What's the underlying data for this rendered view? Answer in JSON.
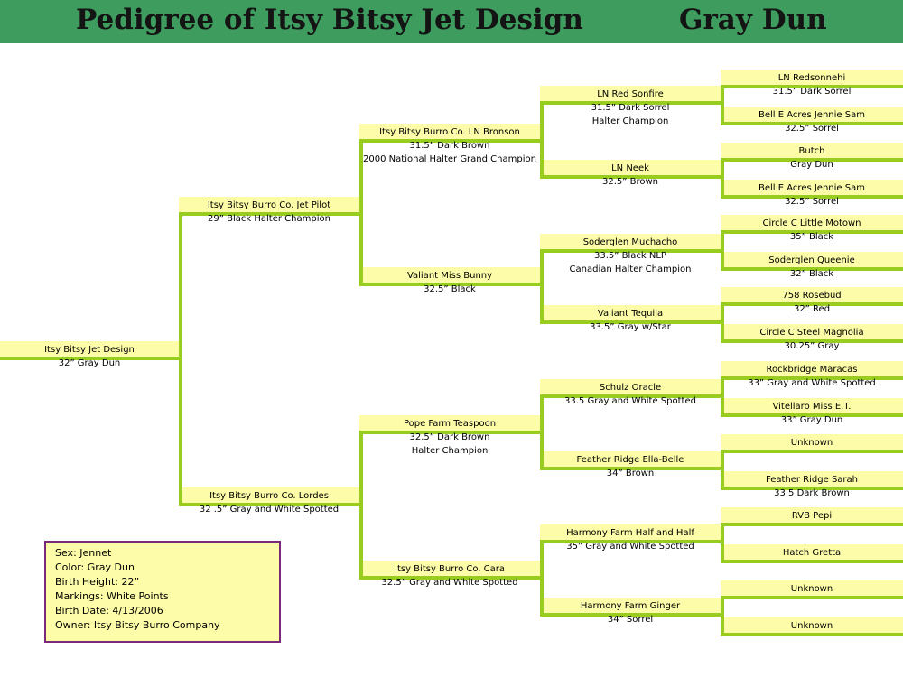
{
  "title": {
    "left": "Pedigree of Itsy Bitsy Jet Design",
    "right": "Gray Dun"
  },
  "subject": [
    "Itsy Bitsy Jet Design",
    "32” Gray Dun"
  ],
  "generation1": [
    [
      "Itsy Bitsy Burro Co. Jet Pilot",
      "29” Black Halter Champion"
    ],
    [
      "Itsy Bitsy Burro Co. Lordes",
      "32 .5” Gray and White Spotted"
    ]
  ],
  "generation2": [
    [
      "Itsy Bitsy Burro Co. LN Bronson",
      "31.5” Dark Brown",
      "2000 National Halter Grand Champion"
    ],
    [
      "Valiant Miss Bunny",
      "32.5” Black"
    ],
    [
      "Pope Farm Teaspoon",
      "32.5” Dark Brown",
      "Halter Champion"
    ],
    [
      "Itsy Bitsy Burro Co. Cara",
      "32.5” Gray and White Spotted"
    ]
  ],
  "generation3": [
    [
      "LN Red Sonfire",
      "31.5” Dark Sorrel",
      "Halter Champion"
    ],
    [
      "LN Neek",
      "32.5” Brown"
    ],
    [
      "Soderglen Muchacho",
      "33.5” Black NLP",
      "Canadian Halter Champion"
    ],
    [
      "Valiant Tequila",
      "33.5” Gray  w/Star"
    ],
    [
      "Schulz Oracle",
      "33.5 Gray and White Spotted"
    ],
    [
      "Feather Ridge Ella-Belle",
      "34” Brown"
    ],
    [
      "Harmony Farm Half and Half",
      "35” Gray and White Spotted"
    ],
    [
      "Harmony Farm Ginger",
      "34” Sorrel"
    ]
  ],
  "generation4": [
    [
      "LN Redsonnehi",
      "31.5” Dark Sorrel"
    ],
    [
      "Bell E Acres Jennie Sam",
      "32.5” Sorrel"
    ],
    [
      "Butch",
      "Gray Dun"
    ],
    [
      "Bell E Acres Jennie Sam",
      "32.5” Sorrel"
    ],
    [
      "Circle C Little Motown",
      "35” Black"
    ],
    [
      "Soderglen Queenie",
      "32” Black"
    ],
    [
      "758 Rosebud",
      "32” Red"
    ],
    [
      "Circle C Steel Magnolia",
      "30.25” Gray"
    ],
    [
      "Rockbridge Maracas",
      "33” Gray and White Spotted"
    ],
    [
      "Vitellaro Miss E.T.",
      "33” Gray Dun"
    ],
    [
      "Unknown"
    ],
    [
      "Feather Ridge Sarah",
      "33.5 Dark Brown"
    ],
    [
      "RVB Pepi"
    ],
    [
      "Hatch Gretta"
    ],
    [
      "Unknown"
    ],
    [
      "Unknown"
    ]
  ],
  "info": [
    "Sex:  Jennet",
    "Color:  Gray Dun",
    "Birth Height:  22”",
    "Markings:  White Points",
    "Birth Date:  4/13/2006",
    "Owner:  Itsy Bitsy Burro Company"
  ],
  "colors": {
    "header": "#3d9c5e",
    "box": "#fdfca8",
    "line": "#98cc1e",
    "info_border": "#7b2a7b"
  }
}
